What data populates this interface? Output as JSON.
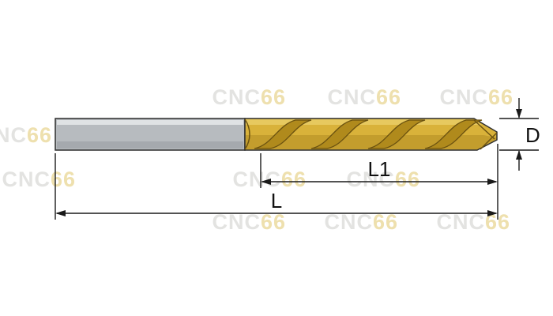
{
  "diagram": {
    "labels": {
      "diameter": "D",
      "flute_length": "L1",
      "overall_length": "L"
    },
    "watermark": {
      "prefix": "CNC",
      "suffix": "66"
    },
    "colors": {
      "shank": "#b7bbbf",
      "shank_outline": "#2f2f2f",
      "gold": "#d9b23a",
      "gold_band": "#b08a1c",
      "gold_dark": "#8a6a12",
      "dimension": "#1a1a1a",
      "watermark_gray": "#e3e3e1",
      "watermark_yellow": "#eee0ae"
    }
  }
}
